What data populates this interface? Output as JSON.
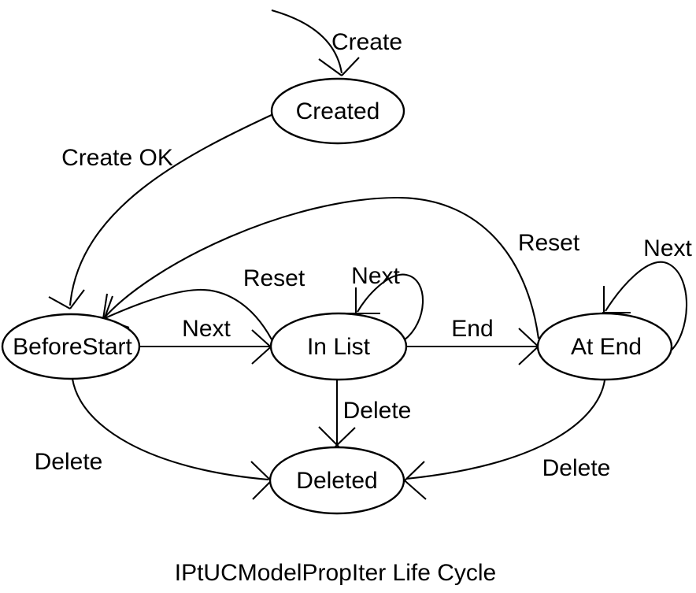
{
  "title": "IPtUCModelPropIter Life Cycle",
  "colors": {
    "ink": "#000000",
    "background": "#ffffff"
  },
  "diagram": {
    "type": "state-diagram",
    "states": [
      {
        "id": "created",
        "label": "Created"
      },
      {
        "id": "before-start",
        "label": "BeforeStart"
      },
      {
        "id": "in-list",
        "label": "In List"
      },
      {
        "id": "at-end",
        "label": "At End"
      },
      {
        "id": "deleted",
        "label": "Deleted"
      }
    ],
    "transitions": [
      {
        "label": "Create",
        "from": "(initial)",
        "to": "created"
      },
      {
        "label": "Create OK",
        "from": "created",
        "to": "before-start"
      },
      {
        "label": "Next",
        "from": "before-start",
        "to": "in-list"
      },
      {
        "label": "Reset",
        "from": "in-list",
        "to": "before-start"
      },
      {
        "label": "Next",
        "from": "in-list",
        "to": "in-list"
      },
      {
        "label": "End",
        "from": "in-list",
        "to": "at-end"
      },
      {
        "label": "Reset",
        "from": "at-end",
        "to": "before-start"
      },
      {
        "label": "Next",
        "from": "at-end",
        "to": "at-end"
      },
      {
        "label": "Delete",
        "from": "before-start",
        "to": "deleted"
      },
      {
        "label": "Delete",
        "from": "in-list",
        "to": "deleted"
      },
      {
        "label": "Delete",
        "from": "at-end",
        "to": "deleted"
      }
    ]
  }
}
